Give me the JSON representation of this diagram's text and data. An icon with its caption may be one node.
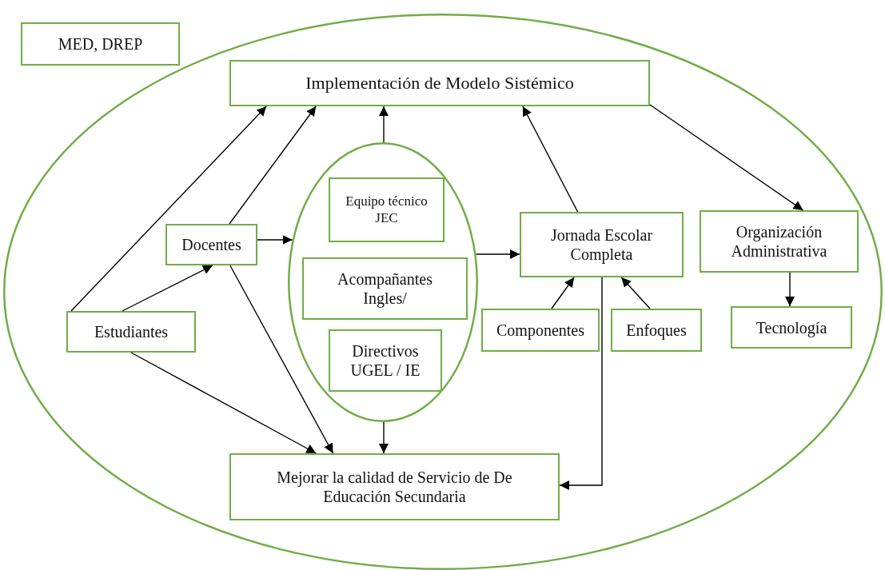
{
  "diagram": {
    "nodes": [
      {
        "text": [
          "MED, DREP"
        ]
      },
      {
        "text": [],
        "shape": "ellipse"
      },
      {
        "text": [
          "Implementación de Modelo Sistémico"
        ],
        "in": 1
      },
      {
        "text": [],
        "shape": "ellipse",
        "in": 1
      },
      {
        "text": [
          "Equipo técnico JEC"
        ],
        "in": 3
      },
      {
        "text": [
          "Acompañantes Ingles/"
        ],
        "in": 3
      },
      {
        "text": [
          "Directivos UGEL / IE"
        ],
        "in": 3
      },
      {
        "text": [
          "Docentes"
        ],
        "in": 1
      },
      {
        "text": [
          "Estudiantes"
        ],
        "in": 1
      },
      {
        "text": [
          "Jornada Escolar Completa"
        ],
        "in": 1
      },
      {
        "text": [
          "Componentes"
        ],
        "in": 1
      },
      {
        "text": [
          "Enfoques"
        ],
        "in": 1
      },
      {
        "text": [
          "Organización Administrativa"
        ],
        "in": 1
      },
      {
        "text": [
          "Tecnología"
        ],
        "in": 1
      },
      {
        "text": [
          "Mejorar la calidad de Servicio de De Educación Secundaria"
        ],
        "in": 1
      }
    ],
    "edges": [
      {
        "from": 8,
        "to": 2,
        "arrow": "to"
      },
      {
        "from": 7,
        "to": 2,
        "arrow": "to"
      },
      {
        "from": 3,
        "to": 2,
        "arrow": "to"
      },
      {
        "from": 7,
        "to": 3,
        "arrow": "to"
      },
      {
        "from": 8,
        "to": 7,
        "arrow": "to"
      },
      {
        "from": 7,
        "to": 14,
        "arrow": "to"
      },
      {
        "from": 8,
        "to": 14,
        "arrow": "to"
      },
      {
        "from": 3,
        "to": 14,
        "arrow": "to"
      },
      {
        "from": 3,
        "to": 9,
        "arrow": "to"
      },
      {
        "from": 9,
        "to": 2,
        "arrow": "to"
      },
      {
        "from": 2,
        "to": 12,
        "arrow": "to"
      },
      {
        "from": 10,
        "to": 9,
        "arrow": "to"
      },
      {
        "from": 11,
        "to": 9,
        "arrow": "to"
      },
      {
        "from": 9,
        "to": 14,
        "arrow": "to"
      },
      {
        "from": 12,
        "to": 13,
        "arrow": "to"
      }
    ]
  }
}
